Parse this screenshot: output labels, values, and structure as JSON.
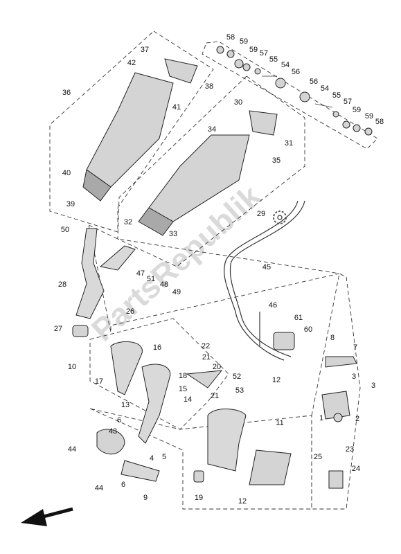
{
  "diagram": {
    "watermark": "PartsRepublik",
    "callouts": [
      "58",
      "59",
      "59",
      "57",
      "55",
      "54",
      "56",
      "37",
      "42",
      "38",
      "56",
      "54",
      "55",
      "57",
      "59",
      "59",
      "58",
      "36",
      "30",
      "41",
      "34",
      "31",
      "35",
      "40",
      "29",
      "39",
      "32",
      "33",
      "50",
      "45",
      "47",
      "51",
      "48",
      "49",
      "28",
      "26",
      "46",
      "61",
      "27",
      "60",
      "8",
      "7",
      "10",
      "22",
      "16",
      "21",
      "20",
      "52",
      "12",
      "3",
      "3",
      "18",
      "17",
      "14",
      "15",
      "21",
      "53",
      "13",
      "1",
      "2",
      "11",
      "6",
      "43",
      "23",
      "44",
      "4",
      "5",
      "25",
      "24",
      "6",
      "9",
      "19",
      "12",
      "44"
    ]
  }
}
